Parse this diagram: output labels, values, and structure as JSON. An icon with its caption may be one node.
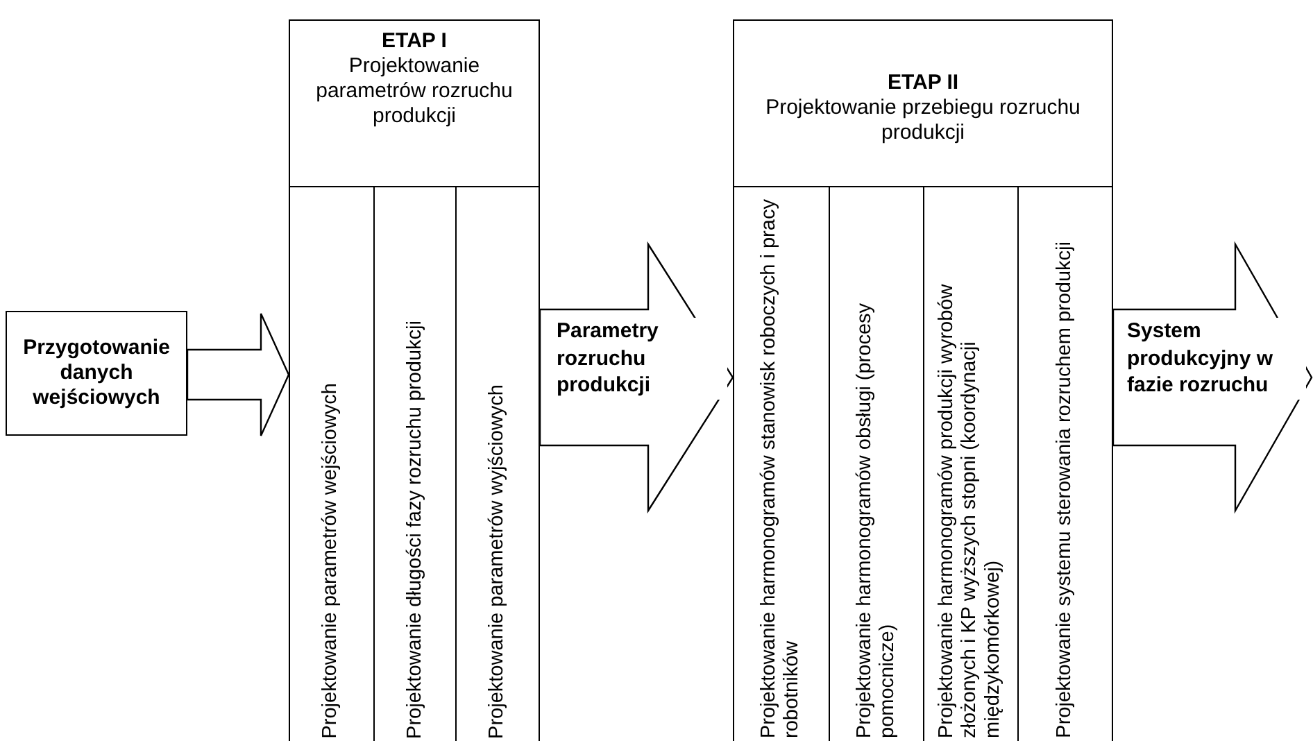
{
  "diagram": {
    "nodes": [
      {
        "text": [
          "Przygotowanie danych wejściowych"
        ]
      },
      {
        "text": [
          "ETAP I",
          "Projektowanie parametrów rozruchu produkcji"
        ]
      },
      {
        "text": [
          "Projektowanie parametrów wejściowych"
        ],
        "in": 1
      },
      {
        "text": [
          "Projektowanie długości fazy rozruchu produkcji"
        ],
        "in": 1
      },
      {
        "text": [
          "Projektowanie parametrów wyjściowych"
        ],
        "in": 1
      },
      {
        "text": [
          "ETAP II",
          "Projektowanie przebiegu rozruchu produkcji"
        ]
      },
      {
        "text": [
          "Projektowanie harmonogramów stanowisk roboczych i pracy robotników"
        ],
        "in": 5
      },
      {
        "text": [
          "Projektowanie harmonogramów obsługi (procesy pomocnicze)"
        ],
        "in": 5
      },
      {
        "text": [
          "Projektowanie harmonogramów produkcji wyrobów złożonych i KP wyższych stopni (koordynacji międzykomórkowej)"
        ],
        "in": 5
      },
      {
        "text": [
          "Projektowanie systemu sterowania rozruchem produkcji"
        ],
        "in": 5
      }
    ],
    "edges": [
      {
        "from": 0,
        "to": 1,
        "arrow": "to"
      },
      {
        "from": 1,
        "to": 5,
        "arrow": "to",
        "label": "Parametry rozruchu produkcji"
      },
      {
        "from": 5,
        "to": null,
        "arrow": "to",
        "label": "System produkcyjny w fazie rozruchu"
      }
    ]
  }
}
